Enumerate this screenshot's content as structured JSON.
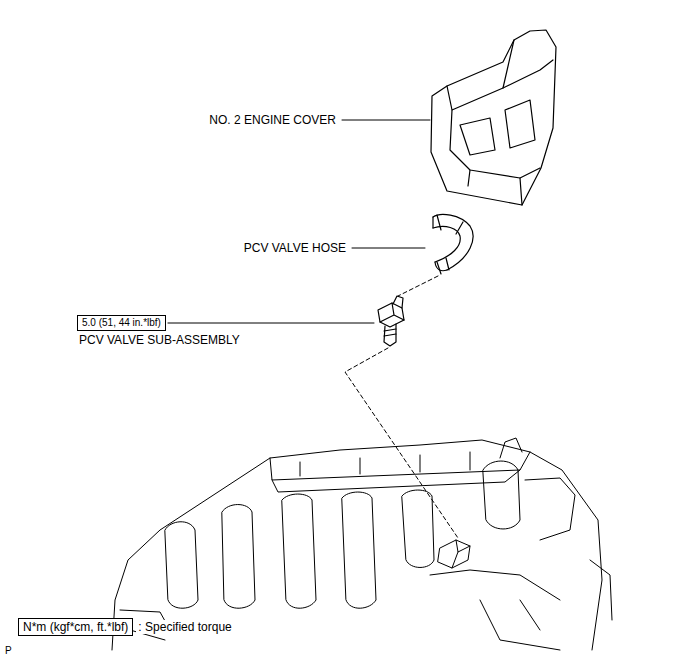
{
  "diagram": {
    "nodes": [
      {
        "text": [
          "5.0 (51, 44 in.*lbf)"
        ]
      },
      {
        "text": [
          "N*m (kgf*cm, ft.*lbf)"
        ]
      }
    ],
    "labels": [
      "NO. 2 ENGINE COVER",
      "PCV VALVE HOSE",
      "PCV VALVE SUB-ASSEMBLY",
      ": Specified torque",
      "P"
    ]
  }
}
